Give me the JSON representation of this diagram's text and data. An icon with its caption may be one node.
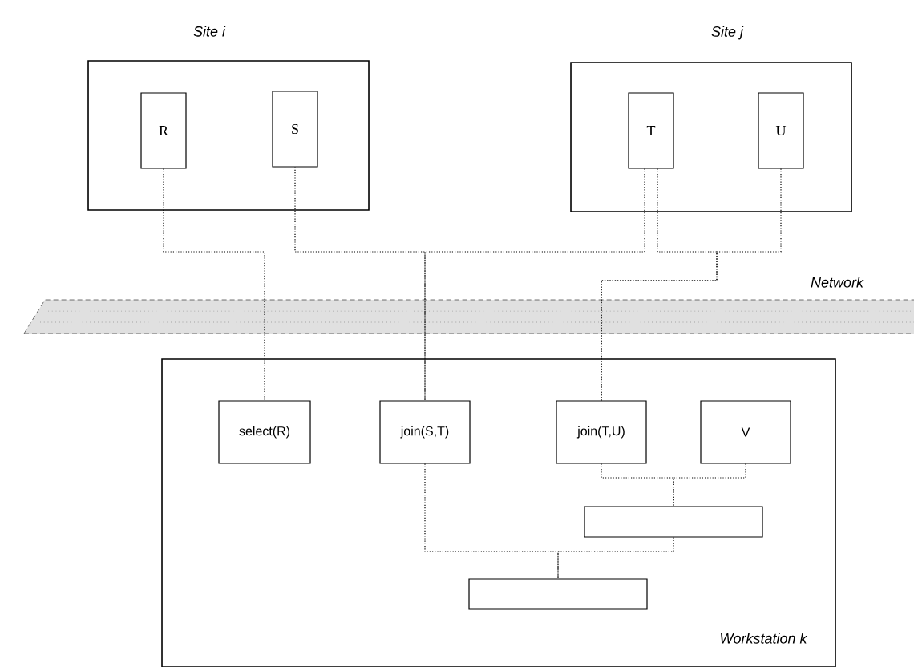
{
  "diagram": {
    "nodes": [
      {
        "text": [
          "Site i"
        ]
      },
      {
        "text": [
          "R"
        ],
        "in": 0
      },
      {
        "text": [
          "S"
        ],
        "in": 0
      },
      {
        "text": [
          "Site j"
        ]
      },
      {
        "text": [
          "T"
        ],
        "in": 3
      },
      {
        "text": [
          "U"
        ],
        "in": 3
      },
      {
        "text": [
          "Workstation k"
        ]
      },
      {
        "text": [
          "select(R)"
        ],
        "in": 6
      },
      {
        "text": [
          "join(S,T)"
        ],
        "in": 6
      },
      {
        "text": [
          "join(T,U)"
        ],
        "in": 6
      },
      {
        "text": [
          "V"
        ],
        "in": 6
      },
      {
        "text": [],
        "shape": "box",
        "in": 6
      },
      {
        "text": [],
        "shape": "box",
        "in": 6
      }
    ],
    "edges": [
      {
        "from": 1,
        "to": 7,
        "arrow": "none"
      },
      {
        "from": 2,
        "to": 8,
        "arrow": "none"
      },
      {
        "from": 4,
        "to": 8,
        "arrow": "none"
      },
      {
        "from": 4,
        "to": 9,
        "arrow": "none"
      },
      {
        "from": 5,
        "to": 9,
        "arrow": "none"
      },
      {
        "from": 9,
        "to": 11,
        "arrow": "none"
      },
      {
        "from": 10,
        "to": 11,
        "arrow": "none"
      },
      {
        "from": 8,
        "to": 12,
        "arrow": "none"
      },
      {
        "from": 11,
        "to": 12,
        "arrow": "none"
      }
    ],
    "labels": [
      "Network"
    ]
  }
}
